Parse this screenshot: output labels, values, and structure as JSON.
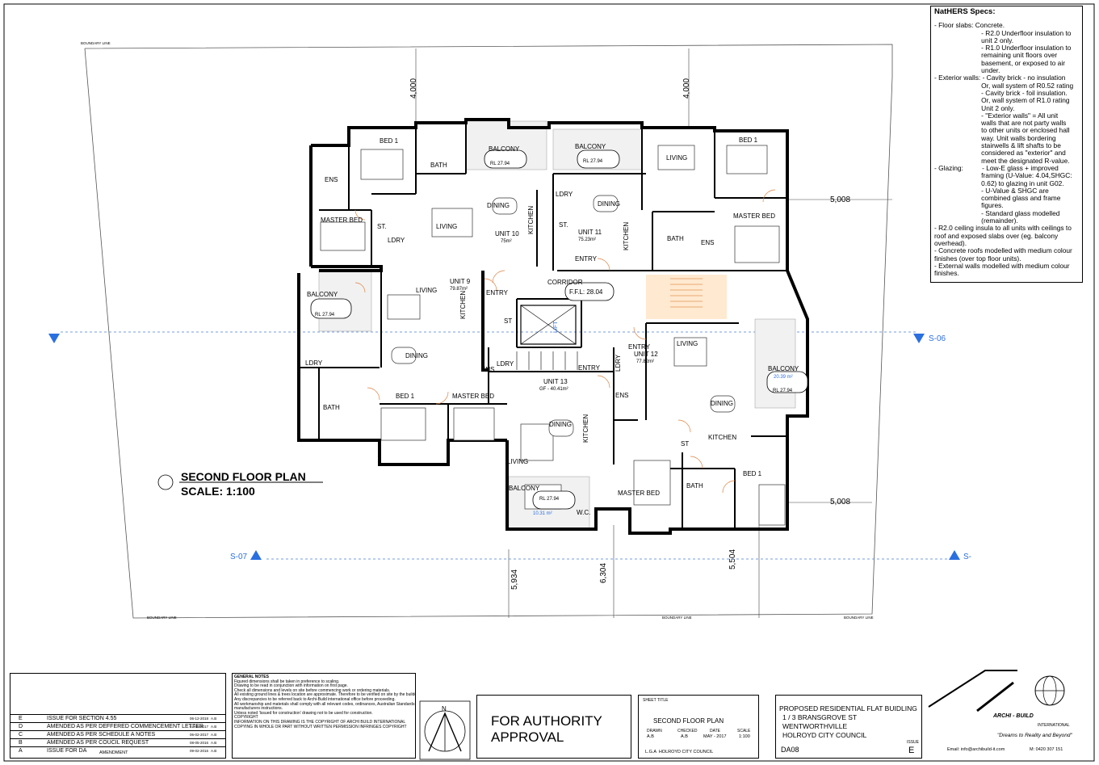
{
  "specs": {
    "title": "NatHERS Specs:",
    "lines": [
      "- Floor slabs: Concrete.",
      "                         - R2.0 Underfloor insulation to",
      "                         unit 2 only.",
      "                         - R1.0 Underfloor insulation to",
      "                         remaining unit floors over",
      "                         basement, or exposed to air",
      "                         under.",
      "- Exterior walls: - Cavity brick - no insulation",
      "                         Or, wall system of R0.52 rating",
      "                         - Cavity brick - foil insulation.",
      "                         Or, wall system of R1.0 rating",
      "                         Unit 2 only.",
      "                         - \"Exterior walls\" = All unit",
      "                         walls that are not party walls",
      "                         to other units or enclosed hall",
      "                         way. Unit walls bordering",
      "                         stairwells & lift shafts to be",
      "                         considered as \"exterior\" and",
      "                         meet the designated R-value.",
      "",
      "- Glazing:          - Low-E glass + improved",
      "                         framing (U-Value: 4.04,SHGC:",
      "                         0.62) to glazing in unit G02.",
      "                         - U-Value & SHGC are",
      "                         combined glass and frame",
      "                         figures.",
      "                         - Standard glass modelled",
      "                         (remainder).",
      "- R2.0 ceiling insula to all units with ceilings to",
      "roof and exposed slabs over (eg. balcony",
      "overhead).",
      "- Concrete roofs modelled with medium colour",
      "finishes (over top floor units).",
      "- External walls modelled with medium colour",
      "finishes."
    ]
  },
  "plan": {
    "title": "SECOND FLOOR PLAN",
    "scale": "SCALE: 1:100",
    "boundary": "BOUNDARY LINE",
    "sections": {
      "s06": "S-06",
      "s07": "S-07",
      "s_right": "S-"
    },
    "dims": {
      "d4000a": "4,000",
      "d4000b": "4,000",
      "d5008a": "5,008",
      "d5008b": "5,008",
      "d5934": "5,934",
      "d6304": "6,304",
      "d5504": "5,504"
    },
    "ffl": "F.F.L: 28.04",
    "corridor": "CORRIDOR",
    "rooms": {
      "bed1_u10": "BED 1",
      "ens_u10": "ENS",
      "master_u10": "MASTER BED",
      "bath_u10": "BATH",
      "st_u10": "ST.",
      "ldry_u10": "LDRY",
      "living_u10": "LIVING",
      "dining_u10": "DINING",
      "kitchen_u10": "KITCHEN",
      "unit10": "UNIT 10",
      "unit10_area": "75m²",
      "balcony_u10": "BALCONY",
      "balcony_u10_rl": "RL 27.94",
      "balcony_u11": "BALCONY",
      "balcony_u11_rl": "RL 27.94",
      "living_u11": "LIVING",
      "dining_u11": "DINING",
      "ldry_u11": "LDRY",
      "st_u11": "ST.",
      "unit11": "UNIT 11",
      "unit11_area": "75.23m²",
      "kitchen_u11": "KITCHEN",
      "entry_u11": "ENTRY",
      "bath_u11": "BATH",
      "ens_u11": "ENS",
      "bed1_u11": "BED 1",
      "master_u11": "MASTER BED",
      "balcony_u9": "BALCONY",
      "balcony_u9_rl": "RL 27.94",
      "living_u9": "LIVING",
      "unit9": "UNIT 9",
      "unit9_area": "79.87m²",
      "kitchen_u9": "KITCHEN",
      "entry_u9": "ENTRY",
      "st_u9": "ST",
      "dining_u9": "DINING",
      "ldry_u9": "LDRY",
      "bath_u9": "BATH",
      "bed1_u9": "BED 1",
      "master_u9": "MASTER BED",
      "ens_u9": "ENS",
      "ldry_u13": "LDRY",
      "unit13": "UNIT 13",
      "unit13_area": "GF - 40.41m²",
      "entry_u13": "ENTRY",
      "dining_u13": "DINING",
      "kitchen_u13": "KITCHEN",
      "living_u13": "LIVING",
      "balcony_u13": "BALCONY",
      "balcony_u13_rl": "RL 27.94",
      "balcony_u13_area": "10.31 m²",
      "wc_u13": "W.C.",
      "entry_u12": "ENTRY",
      "unit12": "UNIT 12",
      "unit12_area": "77.82m²",
      "living_u12": "LIVING",
      "ldry_u12": "LDRY",
      "ens_u12": "ENS",
      "dining_u12": "DINING",
      "kitchen_u12": "KITCHEN",
      "st_u12": "ST",
      "master_u12": "MASTER BED",
      "bath_u12": "BATH",
      "bed1_u12": "BED 1",
      "balcony_u12": "BALCONY",
      "balcony_u12_area": "20.39 m²",
      "balcony_u12_rl": "RL 27.94"
    },
    "lift": "LIFT"
  },
  "titleblock": {
    "revisions": [
      {
        "rev": "E",
        "desc": "ISSUE FOR SECTION 4.55",
        "date": "06-12-2018",
        "by": "A.B"
      },
      {
        "rev": "D",
        "desc": "AMENDED AS PER DEFFERED COMMENCEMENT LETTER",
        "date": "02-05-2017",
        "by": "A.B"
      },
      {
        "rev": "C",
        "desc": "AMENDED AS PER SCHEDULE A NOTES",
        "date": "06-02-2017",
        "by": "A.B"
      },
      {
        "rev": "B",
        "desc": "AMENDED AS PER COUCIL REQUEST",
        "date": "08-05-2016",
        "by": "A.B"
      },
      {
        "rev": "A",
        "desc": "ISSUE FOR DA",
        "date": "09-02-2016",
        "by": "A.B"
      }
    ],
    "amend_header": "AMENDMENT",
    "general_notes_title": "GENERAL NOTES",
    "general_notes": [
      "Figured dimensions shall be taken in preference to scaling.",
      "Drawing to be read in conjunction with information on first page.",
      "Check all dimensions and levels on site before commencing work or ordering materials.",
      "All existing ground lines & trees location are approximate. Therefore to be verified on site by the builder.",
      "Any discrepancies to be referred back to Archi-Build international office before proceeding.",
      "All workmanship and materials shall comply with all relevant codes, ordinances, Australian Standards and",
      "manufacturers instructions.",
      "Unless noted 'Issued for construction' drawing not to be used for construction.",
      "COPYRIGHT",
      "INFORMATION ON THIS DRAWING IS THE COPYRIGHT OF ARCHI BUILD INTERNATIONAL",
      "COPYING IN WHOLE OR PART WITHOUT WRITTEN PERMISSION INFRINGES COPYRIGHT"
    ],
    "north": "N",
    "authority_line1": "FOR AUTHORITY",
    "authority_line2": "APPROVAL",
    "sheet_title_label": "SHEET TITLE",
    "sheet_title": "SECOND FLOOR PLAN",
    "drawn_label": "DRAWN",
    "drawn": "A.B",
    "checked_label": "CHECKED",
    "checked": "A.B",
    "date_label": "DATE",
    "date": "MAY - 2017",
    "scale_label": "SCALE",
    "scale": "1:100",
    "lga": "L.G.A  HOLROYD CITY COUNCIL",
    "project_line1": "PROPOSED RESIDENTIAL FLAT BUIDLING",
    "project_line2": "1 / 3 BRANSGROVE ST",
    "project_line3": "WENTWORTHVILLE",
    "project_line4": "HOLROYD CITY COUNCIL",
    "dwg_no": "DA08",
    "issue_label": "ISSUE",
    "issue": "E",
    "company": "ARCHI - BUILD",
    "company_sub": "INTERNATIONAL",
    "tagline": "\"Dreams to Reality and Beyond\"",
    "email": "Email: info@archibuild-it.com",
    "phone": "M: 0420 307 151"
  }
}
